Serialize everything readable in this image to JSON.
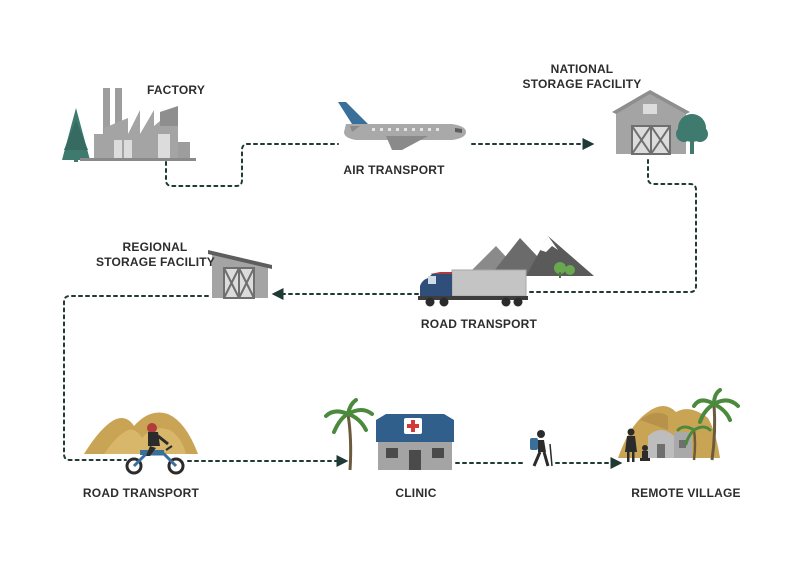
{
  "labels": {
    "factory": "FACTORY",
    "air_transport": "AIR TRANSPORT",
    "national_storage": [
      "NATIONAL",
      "STORAGE FACILITY"
    ],
    "regional_storage": [
      "REGIONAL",
      "STORAGE FACILITY"
    ],
    "road_transport_truck": "ROAD TRANSPORT",
    "road_transport_moto": "ROAD TRANSPORT",
    "clinic": "CLINIC",
    "remote_village": "REMOTE VILLAGE"
  },
  "colors": {
    "path": "#1f3a34",
    "building": "#9d9d9d",
    "building_dark": "#6f6f6f",
    "tree": "#3e7a6e",
    "mountain": "#6b6b6b",
    "sand": "#c9a455",
    "plane_tail": "#3a6f9a",
    "roof_blue": "#2f5f8a",
    "truck_cab": "#2f4f7a",
    "cross": "#d23a3a",
    "palm": "#4b8a3c"
  },
  "icons": [
    "factory-icon",
    "airplane-icon",
    "warehouse-icon",
    "shed-icon",
    "truck-icon",
    "mountain-icon",
    "motorcycle-icon",
    "clinic-icon",
    "hiker-icon",
    "village-icon",
    "palm-tree-icon"
  ]
}
